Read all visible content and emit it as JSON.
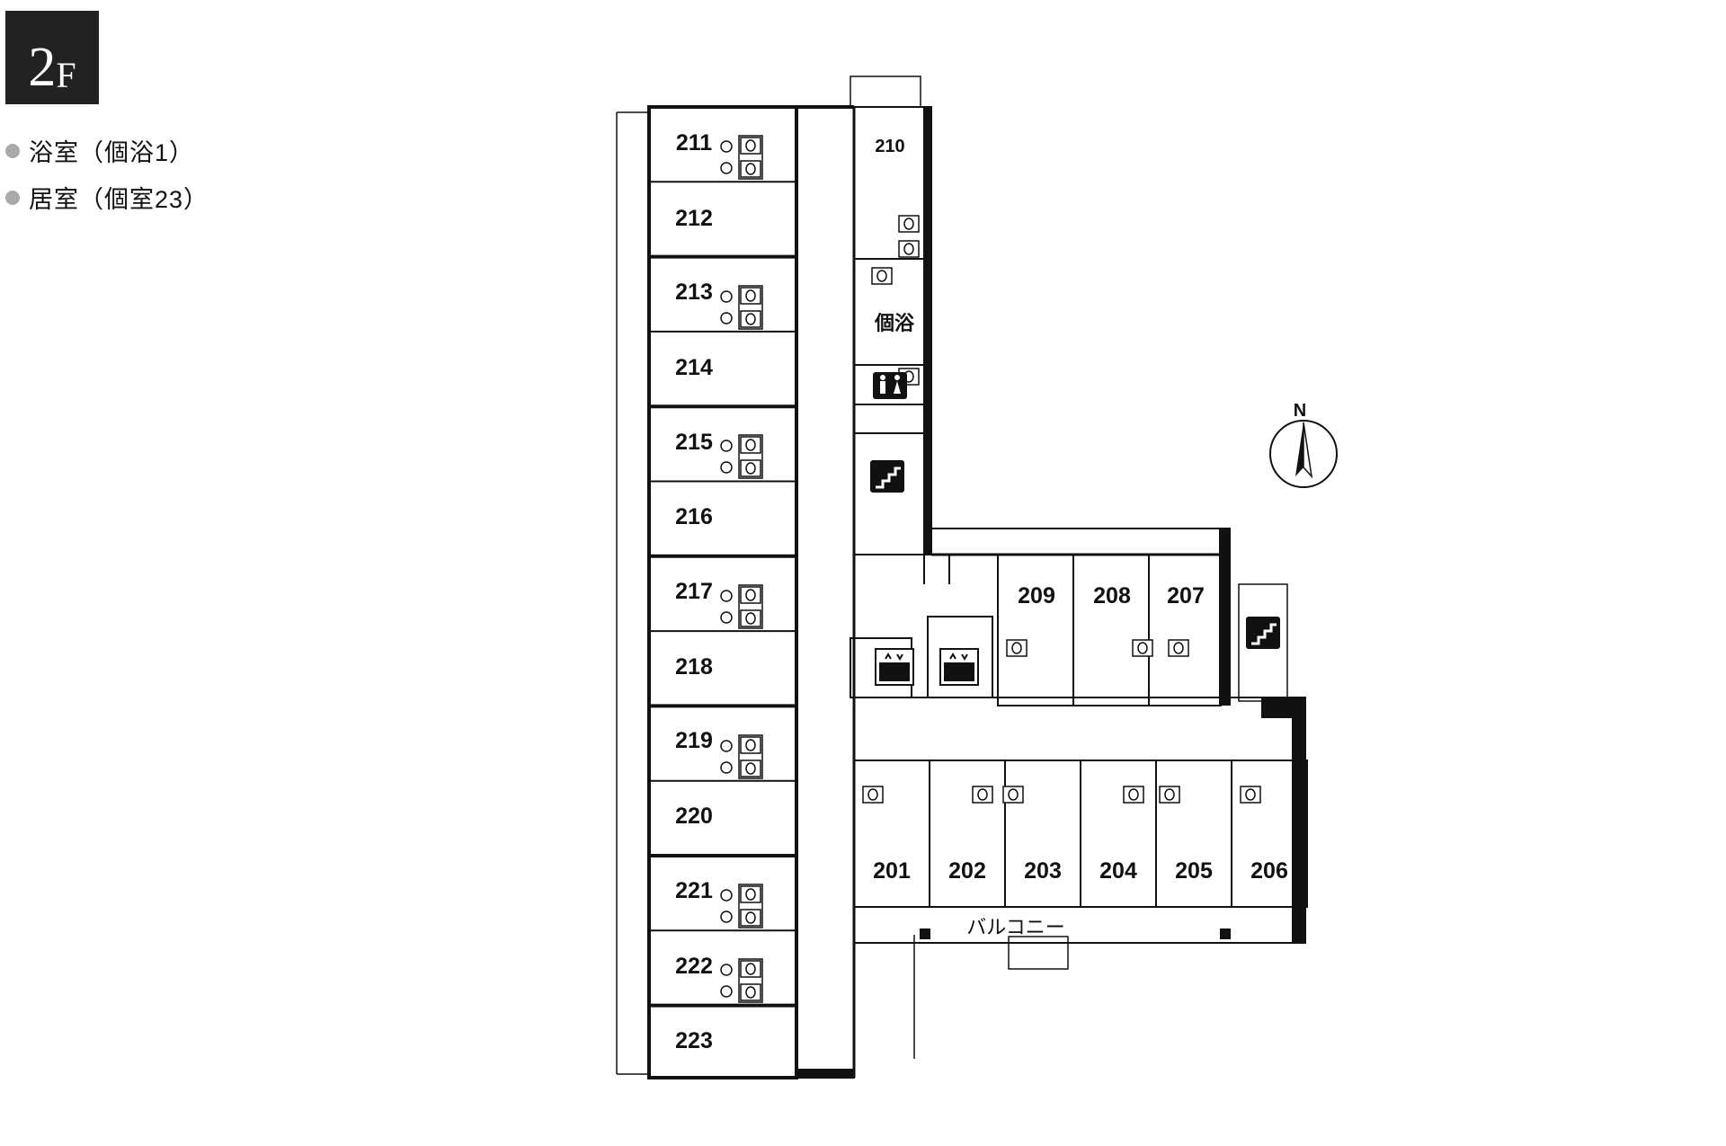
{
  "floor": {
    "number": "2",
    "suffix": "F"
  },
  "legend": [
    {
      "label": "浴室（個浴1）"
    },
    {
      "label": "居室（個室23）"
    }
  ],
  "rooms": {
    "r201": "201",
    "r202": "202",
    "r203": "203",
    "r204": "204",
    "r205": "205",
    "r206": "206",
    "r207": "207",
    "r208": "208",
    "r209": "209",
    "r210": "210",
    "r211": "211",
    "r212": "212",
    "r213": "213",
    "r214": "214",
    "r215": "215",
    "r216": "216",
    "r217": "217",
    "r218": "218",
    "r219": "219",
    "r220": "220",
    "r221": "221",
    "r222": "222",
    "r223": "223"
  },
  "labels": {
    "bath": "個浴",
    "balcony": "バルコニー",
    "north": "N"
  },
  "icons": [
    "restroom-icon",
    "stairs-icon",
    "elevator-icon",
    "compass-icon",
    "toilet-icon"
  ]
}
